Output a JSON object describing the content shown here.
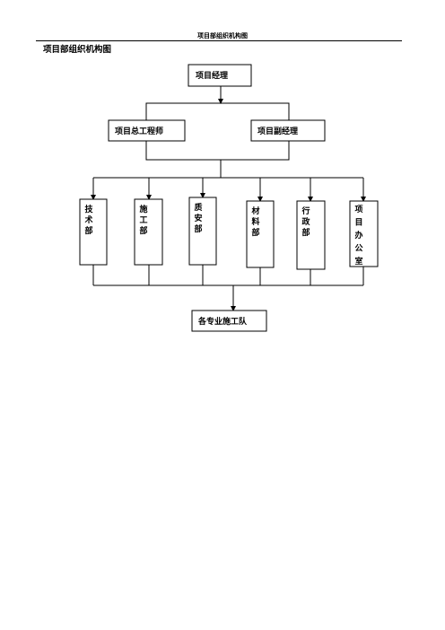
{
  "header": {
    "running_title": "项目部组织机构图"
  },
  "document": {
    "title": "项目部组织机构图"
  },
  "org_chart": {
    "root": "项目经理",
    "deputies": [
      "项目总工程师",
      "项目副经理"
    ],
    "departments": [
      "技术部",
      "施工部",
      "质安部",
      "材料部",
      "行政部",
      "项目办公室"
    ],
    "bottom": "各专业施工队"
  }
}
